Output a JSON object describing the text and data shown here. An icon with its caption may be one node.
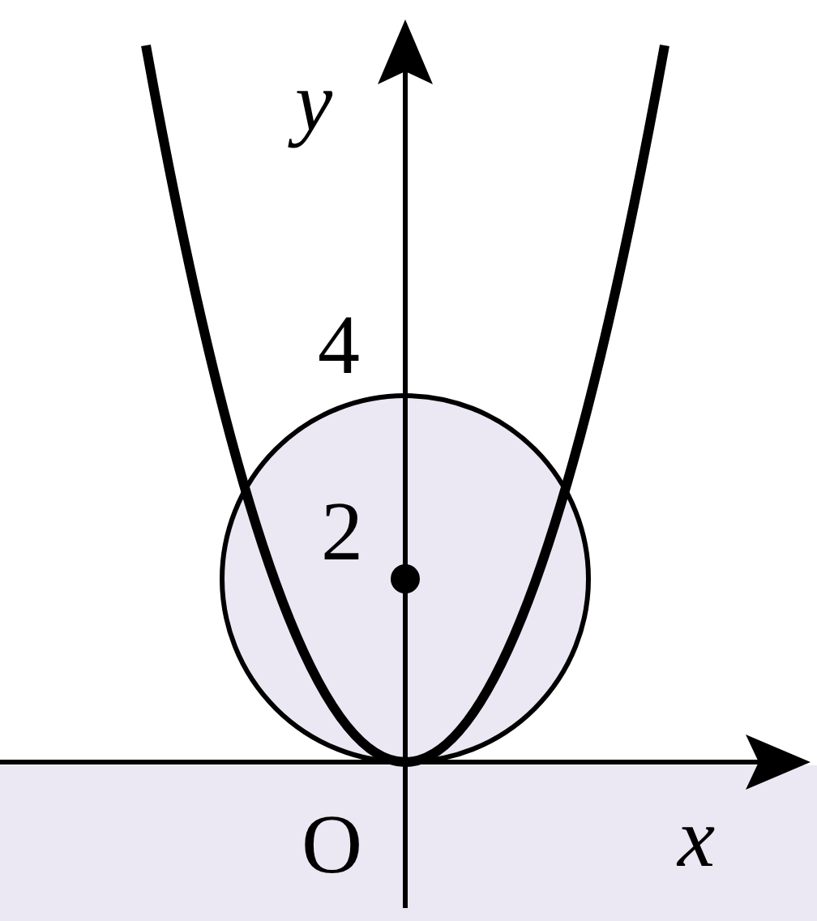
{
  "diagram": {
    "labels": [
      "y",
      "4",
      "2",
      "O",
      "x"
    ]
  }
}
